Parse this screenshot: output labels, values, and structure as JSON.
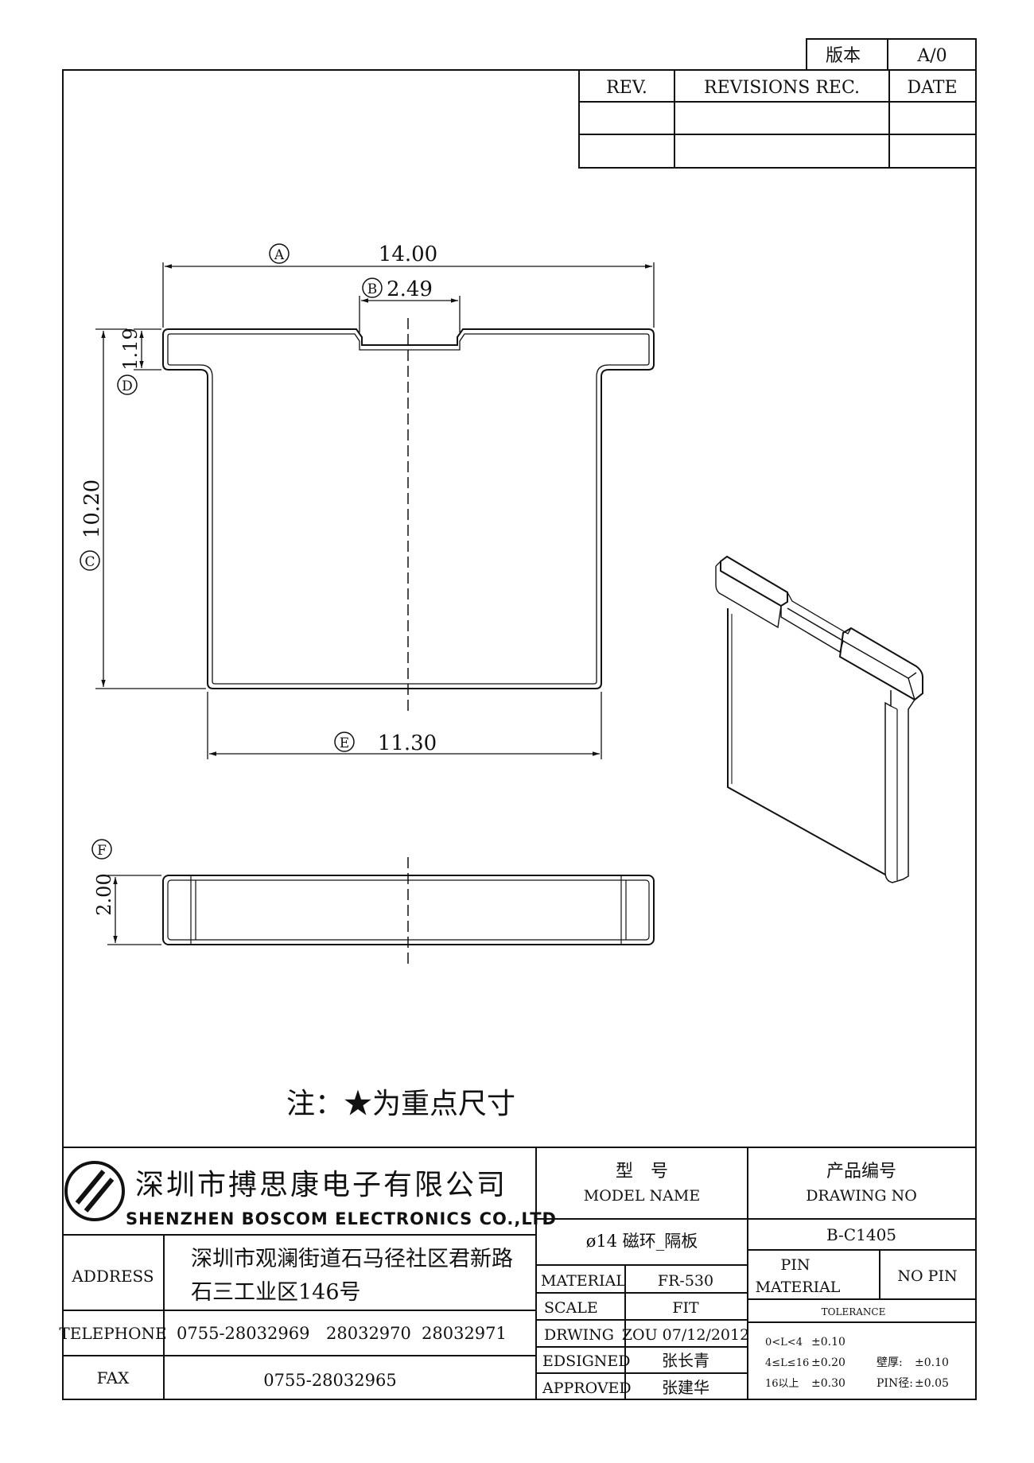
{
  "version_block": {
    "label": "版本",
    "value": "A/0"
  },
  "revision_table": {
    "headers": [
      "REV.",
      "REVISIONS REC.",
      "DATE"
    ],
    "rows": [
      [
        "",
        "",
        ""
      ],
      [
        "",
        "",
        ""
      ]
    ]
  },
  "dimensions": {
    "A": {
      "marker": "A",
      "value": "14.00"
    },
    "B": {
      "marker": "B",
      "value": "2.49"
    },
    "C": {
      "marker": "C",
      "value": "10.20"
    },
    "D": {
      "marker": "D",
      "value": "1.19"
    },
    "E": {
      "marker": "E",
      "value": "11.30"
    },
    "F": {
      "marker": "F",
      "value": "2.00"
    }
  },
  "note": "注：★为重点尺寸",
  "company": {
    "name_cn": "深圳市搏思康电子有限公司",
    "name_en": "SHENZHEN BOSCOM ELECTRONICS CO.,LTD"
  },
  "address": {
    "label": "ADDRESS",
    "line1": "深圳市观澜街道石马径社区君新路",
    "line2": "石三工业区146号"
  },
  "telephone": {
    "label": "TELEPHONE",
    "numbers": [
      "0755-28032969",
      "28032970",
      "28032971"
    ]
  },
  "fax": {
    "label": "FAX",
    "number": "0755-28032965"
  },
  "model": {
    "label_cn": "型　号",
    "label_en": "MODEL NAME",
    "value": "ø14 磁环_隔板"
  },
  "drawing_no": {
    "label_cn": "产品编号",
    "label_en": "DRAWING NO",
    "value": "B-C1405"
  },
  "material": {
    "label": "MATERIAL",
    "value": "FR-530"
  },
  "scale": {
    "label": "SCALE",
    "value": "FIT"
  },
  "drawing": {
    "label": "DRWING",
    "value": "ZOU 07/12/2012"
  },
  "designed": {
    "label": "EDSIGNED",
    "value": "张长青"
  },
  "approved": {
    "label": "APPROVED",
    "value": "张建华"
  },
  "pin_material": {
    "label_1": "PIN",
    "label_2": "MATERIAL",
    "value": "NO PIN"
  },
  "tolerance": {
    "label": "TOLERANCE",
    "rows": [
      {
        "range": "0<L<4",
        "tol": "±0.10",
        "extra_label": "",
        "extra_value": ""
      },
      {
        "range": "4≤L≤16",
        "tol": "±0.20",
        "extra_label": "壁厚:",
        "extra_value": "±0.10"
      },
      {
        "range": "16以上",
        "tol": "±0.30",
        "extra_label": "PIN径:",
        "extra_value": "±0.05"
      }
    ]
  }
}
